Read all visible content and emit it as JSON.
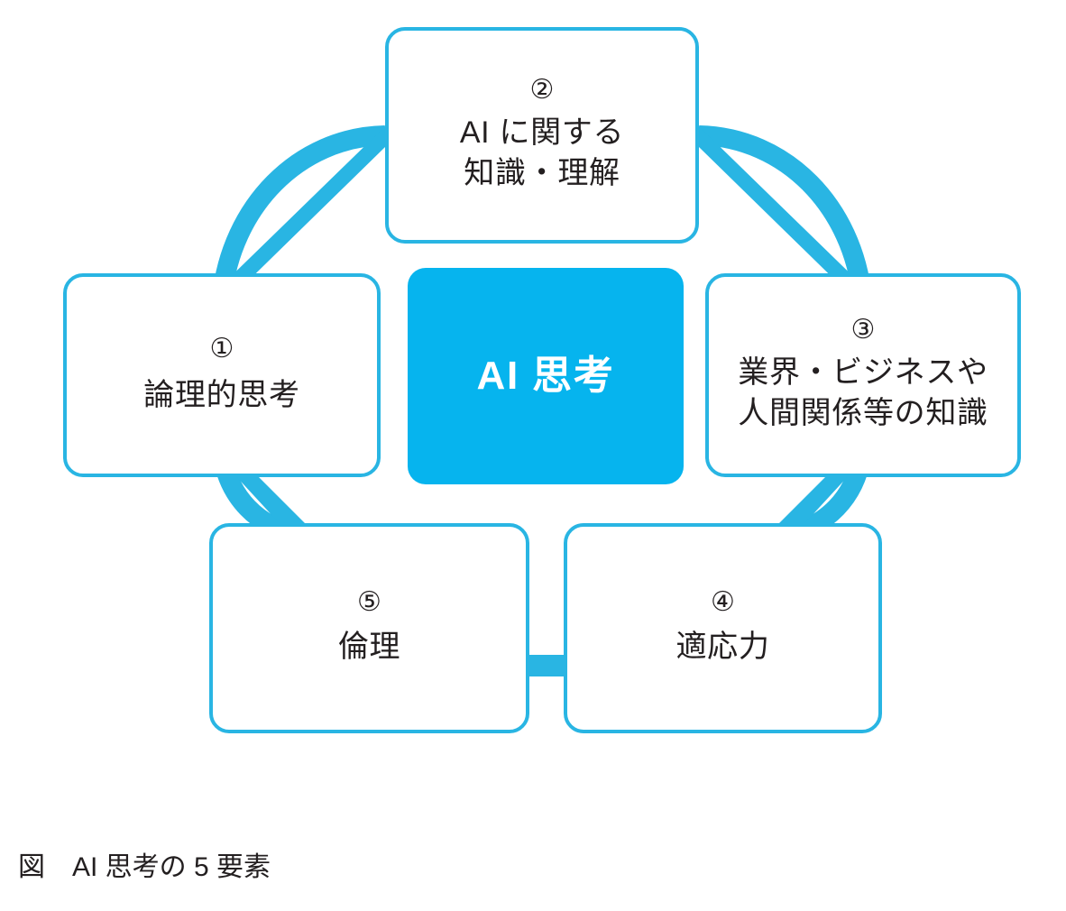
{
  "figure": {
    "caption": "図　AI 思考の 5 要素",
    "accent_color": "#29b5e3",
    "center_fill_color": "#06b4ee",
    "text_color": "#231f20",
    "background_color": "#ffffff"
  },
  "center": {
    "label": "AI 思考"
  },
  "nodes": [
    {
      "id": "logical-thinking",
      "index": "①",
      "label": "論理的思考",
      "position": "left"
    },
    {
      "id": "ai-knowledge",
      "index": "②",
      "label": "AI に関する\n知識・理解",
      "position": "top"
    },
    {
      "id": "industry-business-knowledge",
      "index": "③",
      "label": "業界・ビジネスや\n人間関係等の知識",
      "position": "right"
    },
    {
      "id": "adaptability",
      "index": "④",
      "label": "適応力",
      "position": "bottom-right"
    },
    {
      "id": "ethics",
      "index": "⑤",
      "label": "倫理",
      "position": "bottom-left"
    }
  ]
}
